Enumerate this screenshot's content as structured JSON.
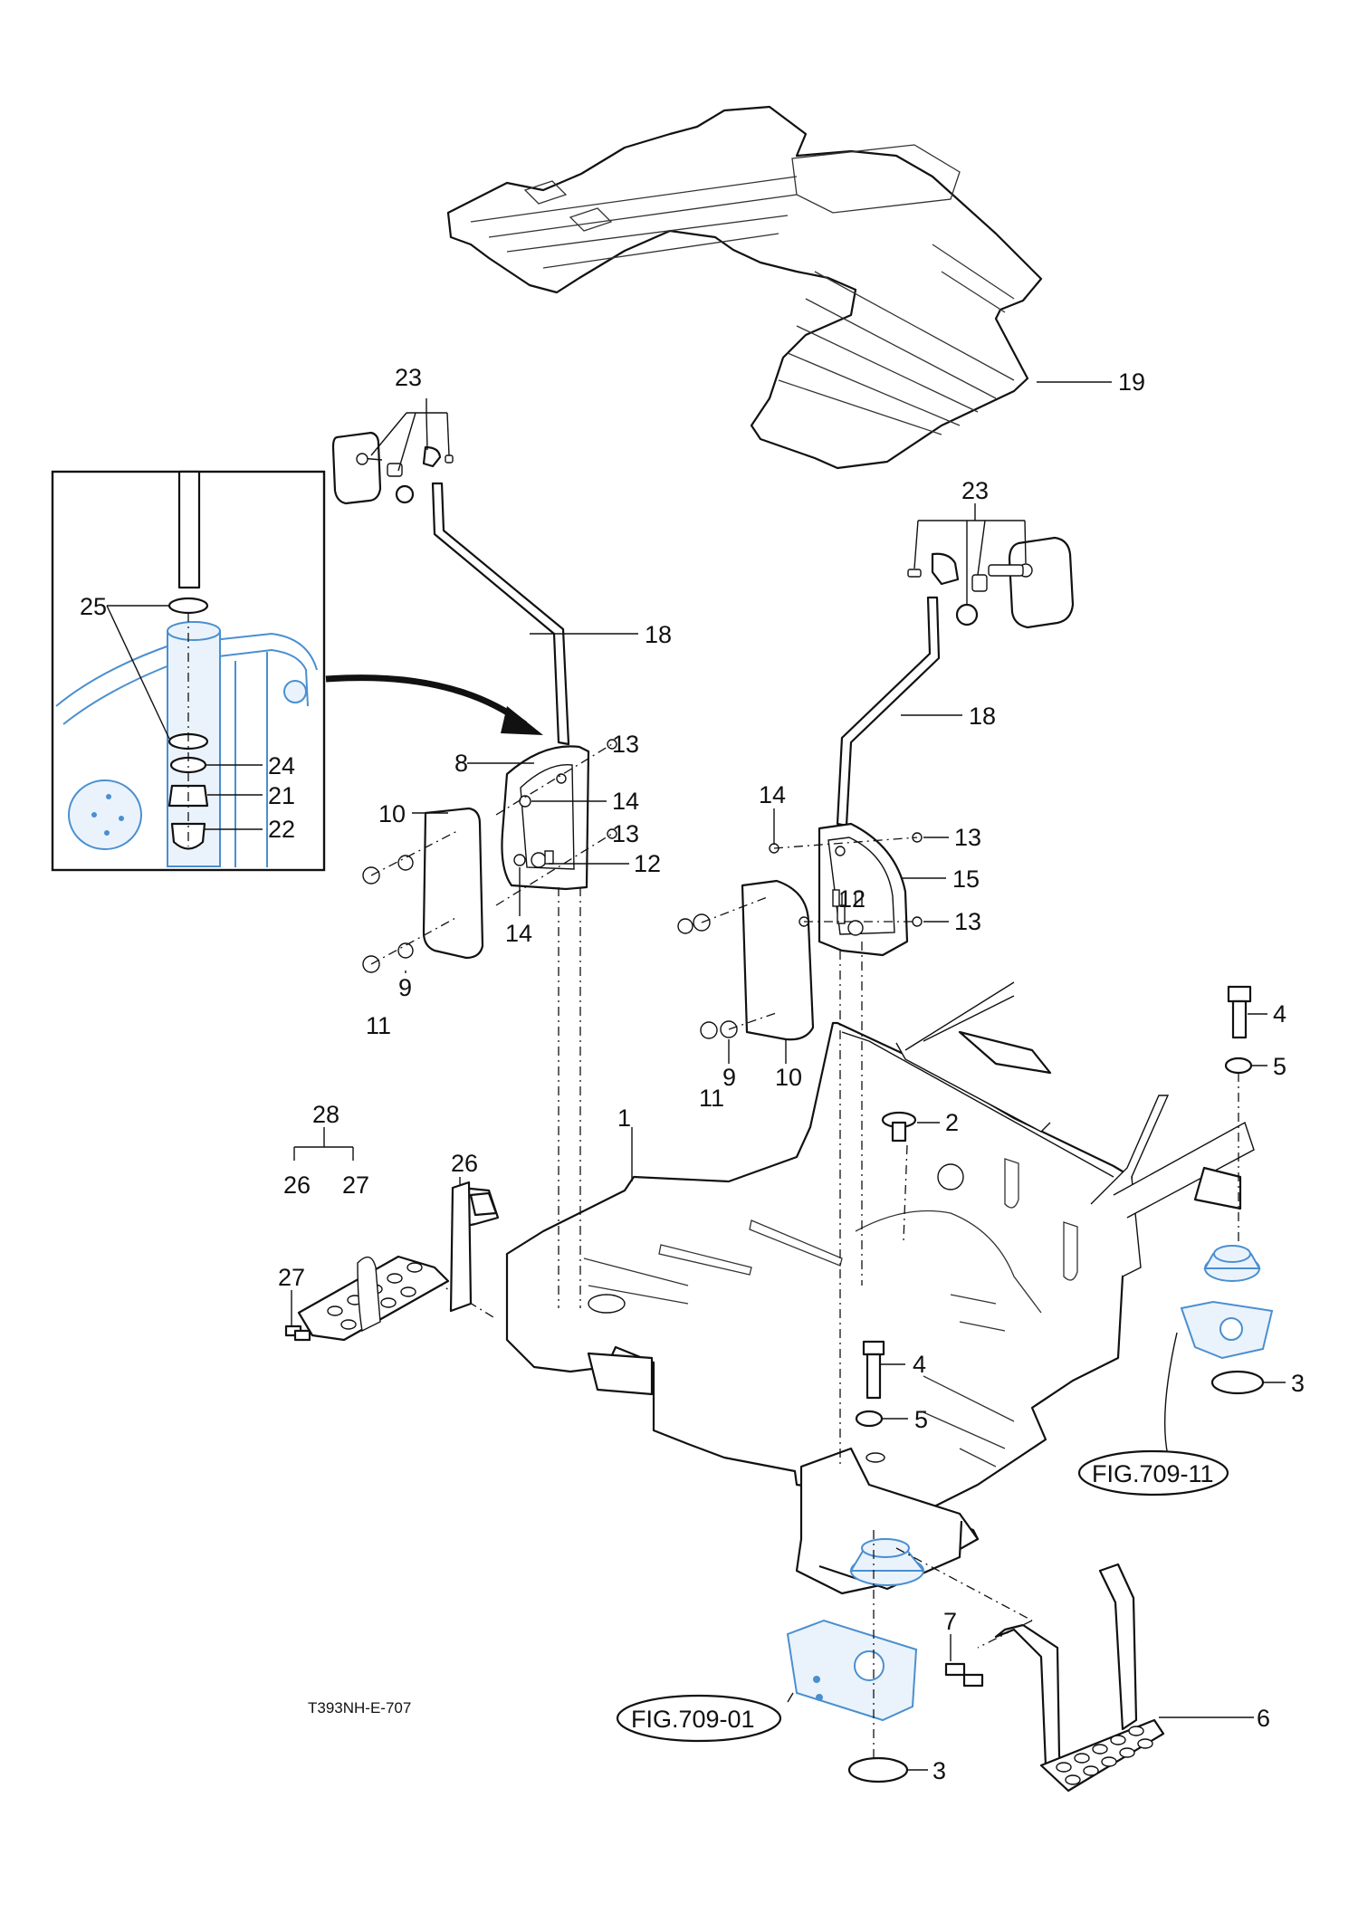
{
  "drawing_code": "T393NH-E-707",
  "figure_refs": {
    "left_mount": "FIG.709-01",
    "right_mount": "FIG.709-11"
  },
  "callouts": {
    "n1": "1",
    "n2": "2",
    "n3a": "3",
    "n3b": "3",
    "n4a": "4",
    "n4b": "4",
    "n5a": "5",
    "n5b": "5",
    "n6": "6",
    "n7": "7",
    "n8": "8",
    "n9a": "9",
    "n9b": "9",
    "n10a": "10",
    "n10b": "10",
    "n11a": "11",
    "n11b": "11",
    "n12a": "12",
    "n12b": "12",
    "n13a": "13",
    "n13b": "13",
    "n13c": "13",
    "n13d": "13",
    "n14a": "14",
    "n14b": "14",
    "n14c": "14",
    "n15": "15",
    "n18a": "18",
    "n18b": "18",
    "n19": "19",
    "n21": "21",
    "n22": "22",
    "n23a": "23",
    "n23b": "23",
    "n24": "24",
    "n25": "25",
    "n26a": "26",
    "n26b": "26",
    "n27a": "27",
    "n27b": "27",
    "n28": "28"
  },
  "colors": {
    "ink": "#111111",
    "highlight": "#4a8fd0",
    "highlight_fill": "#eaf3fb"
  }
}
